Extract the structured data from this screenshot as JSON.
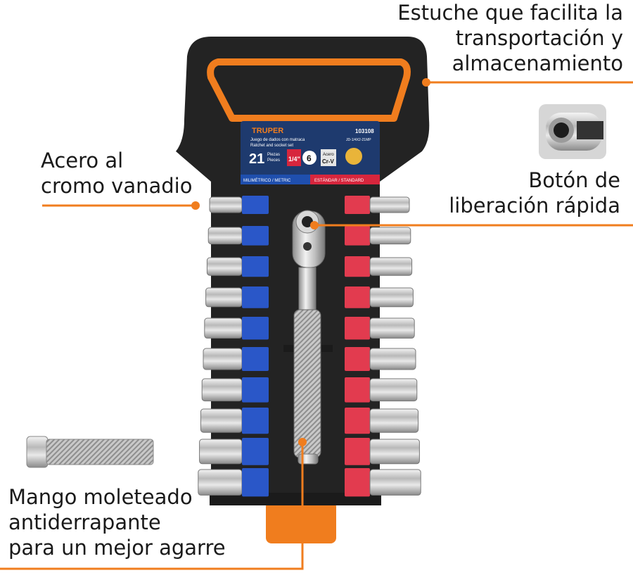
{
  "callouts": {
    "estuche": [
      "Estuche que facilita la",
      "transportación y",
      "almacenamiento"
    ],
    "acero": [
      "Acero al",
      "cromo vanadio"
    ],
    "boton": [
      "Botón de",
      "liberación rápida"
    ],
    "mango": [
      "Mango moleteado",
      "antiderrapante",
      "para un mejor agarre"
    ]
  },
  "label": {
    "brand": "TRUPER",
    "title_es": "Juego de dados con matraca",
    "title_en": "Ratchet and socket set",
    "model": "103108",
    "code": "JD-1/4X2-21MP",
    "pieces": "21",
    "pieces_es": "Piezas",
    "pieces_en": "Pieces",
    "drive": "1/4\"",
    "points": "6",
    "material_label": "Acero",
    "material": "Cr-V",
    "metric": "MILIMÉTRICO / METRIC",
    "standard": "ESTÁNDAR / STANDARD"
  },
  "colors": {
    "accent_orange": "#f07d1e",
    "case_black": "#232323",
    "metric_blue": "#2a57c8",
    "standard_red": "#e23b4f"
  }
}
